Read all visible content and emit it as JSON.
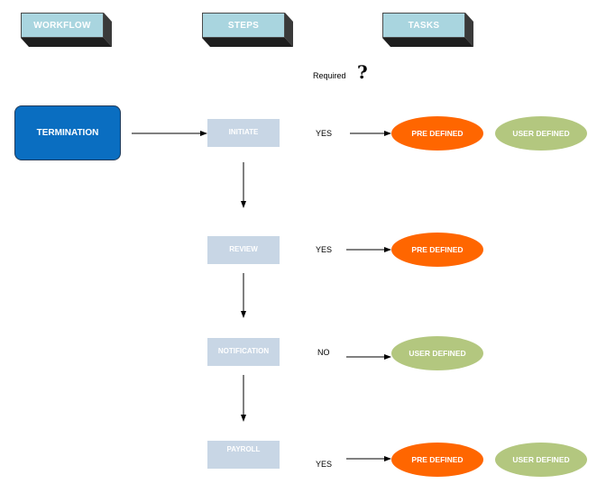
{
  "headers": {
    "workflow": "WORKFLOW",
    "steps": "STEPS",
    "tasks": "TASKS"
  },
  "required_label": "Required",
  "required_icon": "question-mark-icon",
  "workflow": {
    "label": "TERMINATION"
  },
  "steps": [
    {
      "label": "INITIATE",
      "required": "YES",
      "tasks": [
        "PRE DEFINED",
        "USER DEFINED"
      ]
    },
    {
      "label": "REVIEW",
      "required": "YES",
      "tasks": [
        "PRE DEFINED"
      ]
    },
    {
      "label": "NOTIFICATION",
      "required": "NO",
      "tasks": [
        "USER DEFINED"
      ]
    },
    {
      "label": "PAYROLL",
      "required": "YES",
      "tasks": [
        "PRE DEFINED",
        "USER DEFINED"
      ]
    }
  ],
  "colors": {
    "header": "#a9d5df",
    "workflow": "#0a6ec1",
    "step": "#c8d6e5",
    "pre_defined": "#ff6600",
    "user_defined": "#b3c77f"
  }
}
